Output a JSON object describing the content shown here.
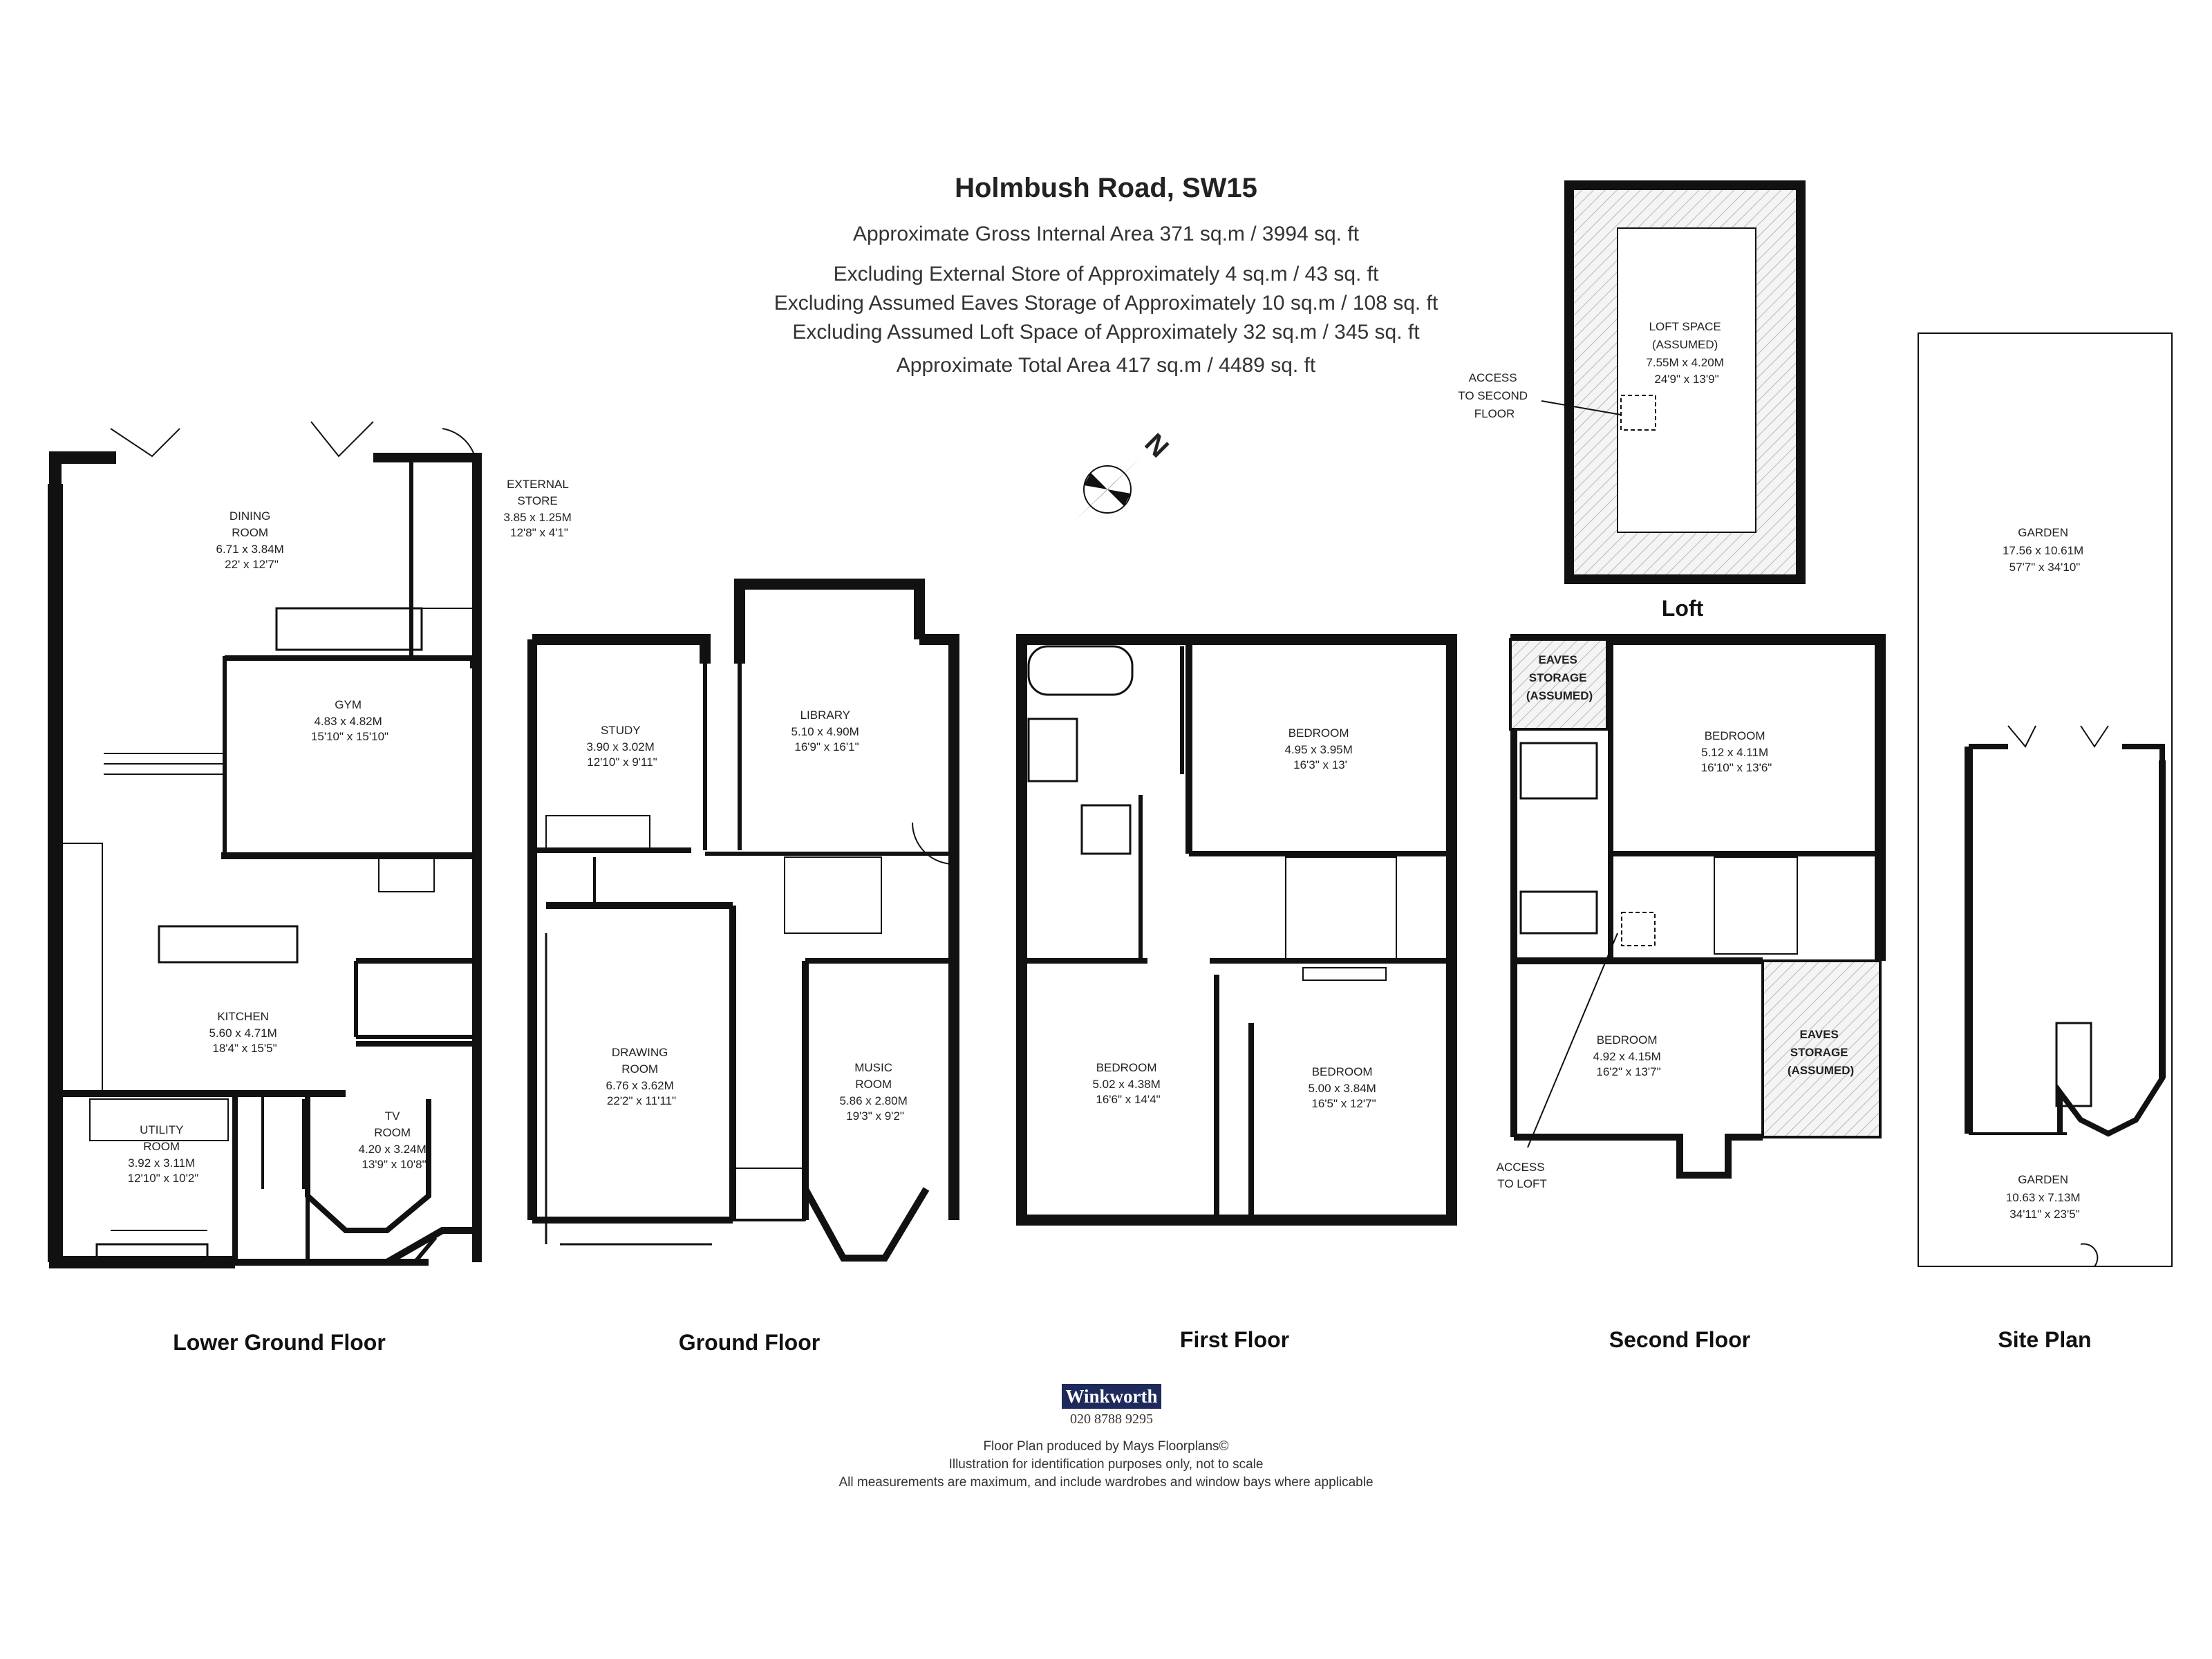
{
  "header": {
    "title": "Holmbush Road, SW15",
    "line1": "Approximate Gross Internal Area 371 sq.m  /  3994 sq. ft",
    "line2": "Excluding External Store of Approximately 4 sq.m  /  43 sq. ft",
    "line3": "Excluding Assumed Eaves Storage of Approximately 10 sq.m  /  108 sq. ft",
    "line4": "Excluding Assumed Loft Space of Approximately 32 sq.m  /  345 sq. ft",
    "line5": "Approximate Total Area 417 sq.m  /  4489 sq. ft"
  },
  "compass": {
    "label": "N"
  },
  "floors": {
    "lower_ground": {
      "caption": "Lower Ground Floor",
      "dining": [
        "DINING",
        "ROOM",
        "6.71 x 3.84M",
        "22' x 12'7\""
      ],
      "external_store": [
        "EXTERNAL",
        "STORE",
        "3.85 x 1.25M",
        "12'8\" x 4'1\""
      ],
      "gym": [
        "GYM",
        "4.83 x 4.82M",
        "15'10\" x 15'10\""
      ],
      "kitchen": [
        "KITCHEN",
        "5.60 x 4.71M",
        "18'4\" x 15'5\""
      ],
      "utility": [
        "UTILITY",
        "ROOM",
        "3.92 x 3.11M",
        "12'10\" x 10'2\""
      ],
      "tv": [
        "TV",
        "ROOM",
        "4.20 x 3.24M",
        "13'9\" x 10'8\""
      ]
    },
    "ground": {
      "caption": "Ground Floor",
      "study": [
        "STUDY",
        "3.90 x 3.02M",
        "12'10\" x 9'11\""
      ],
      "library": [
        "LIBRARY",
        "5.10 x 4.90M",
        "16'9\" x 16'1\""
      ],
      "drawing": [
        "DRAWING",
        "ROOM",
        "6.76 x 3.62M",
        "22'2\" x 11'11\""
      ],
      "music": [
        "MUSIC",
        "ROOM",
        "5.86 x 2.80M",
        "19'3\" x 9'2\""
      ]
    },
    "first": {
      "caption": "First Floor",
      "bed_a": [
        "BEDROOM",
        "4.95 x 3.95M",
        "16'3\" x 13'"
      ],
      "bed_b": [
        "BEDROOM",
        "5.02 x 4.38M",
        "16'6\" x 14'4\""
      ],
      "bed_c": [
        "BEDROOM",
        "5.00 x 3.84M",
        "16'5\" x 12'7\""
      ]
    },
    "second": {
      "caption": "Second Floor",
      "eaves_1": [
        "EAVES",
        "STORAGE",
        "(ASSUMED)"
      ],
      "bed_a": [
        "BEDROOM",
        "5.12 x 4.11M",
        "16'10\" x 13'6\""
      ],
      "bed_b": [
        "BEDROOM",
        "4.92 x 4.15M",
        "16'2\" x 13'7\""
      ],
      "eaves_2": [
        "EAVES",
        "STORAGE",
        "(ASSUMED)"
      ],
      "access_loft": [
        "ACCESS",
        "TO LOFT"
      ]
    },
    "loft": {
      "caption": "Loft",
      "space": [
        "LOFT SPACE",
        "(ASSUMED)",
        "7.55M x 4.20M",
        "24'9\" x 13'9\""
      ],
      "access_second": [
        "ACCESS",
        "TO SECOND",
        "FLOOR"
      ]
    },
    "site": {
      "caption": "Site Plan",
      "garden_rear": [
        "GARDEN",
        "17.56 x 10.61M",
        "57'7\" x 34'10\""
      ],
      "garden_front": [
        "GARDEN",
        "10.63 x 7.13M",
        "34'11\" x 23'5\""
      ]
    }
  },
  "footer": {
    "logo": "Winkworth",
    "phone": "020 8788 9295",
    "line1": "Floor Plan produced by Mays Floorplans©",
    "line2": "Illustration for identification purposes only, not to scale",
    "line3": "All measurements are maximum, and include wardrobes and window bays where applicable"
  }
}
